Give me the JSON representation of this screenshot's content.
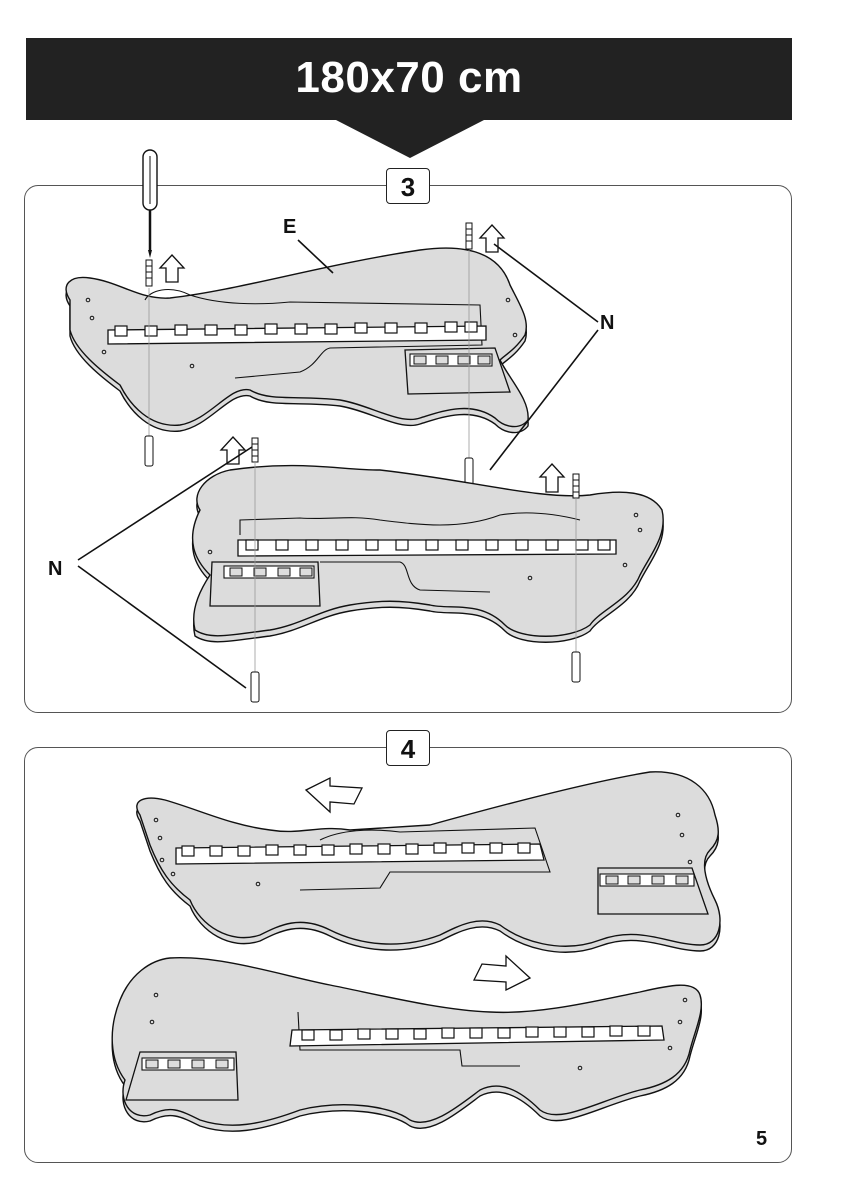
{
  "banner": {
    "title": "180x70 cm"
  },
  "steps": [
    {
      "number": "3",
      "part_label": "E",
      "callout_label": "N"
    },
    {
      "number": "4"
    }
  ],
  "page_number": "5",
  "colors": {
    "banner": "#222222",
    "board_fill": "#dcdcdc",
    "line": "#111111"
  },
  "icons": [
    "screwdriver-icon",
    "screw-icon",
    "dowel-icon",
    "arrow-up-icon",
    "arrow-left-icon",
    "arrow-right-icon",
    "rail-icon",
    "hinge-plate-icon"
  ]
}
